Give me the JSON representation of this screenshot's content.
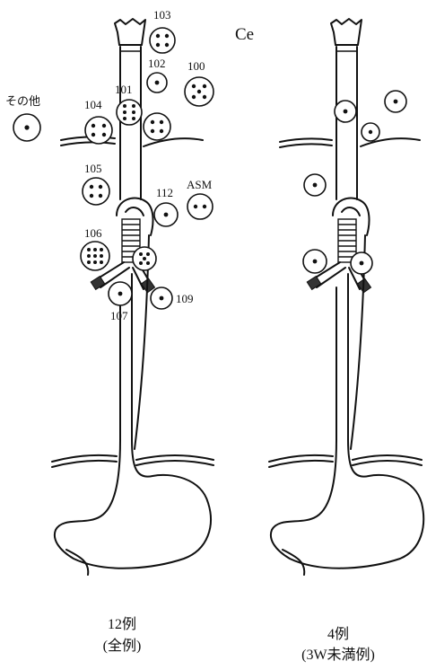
{
  "left_figure": {
    "labels": {
      "n103": "103",
      "n102": "102",
      "n100": "100",
      "n101": "101",
      "n104": "104",
      "other": "その他",
      "n105": "105",
      "n112": "112",
      "asm": "ASM",
      "n106": "106",
      "n109": "109",
      "n107": "107"
    },
    "caption_line1": "12例",
    "caption_line2": "(全例)"
  },
  "right_figure": {
    "label_ce": "Ce",
    "caption_line1": "4例",
    "caption_line2": "(3W未満例)"
  },
  "colors": {
    "line": "#111111",
    "background": "#ffffff"
  }
}
